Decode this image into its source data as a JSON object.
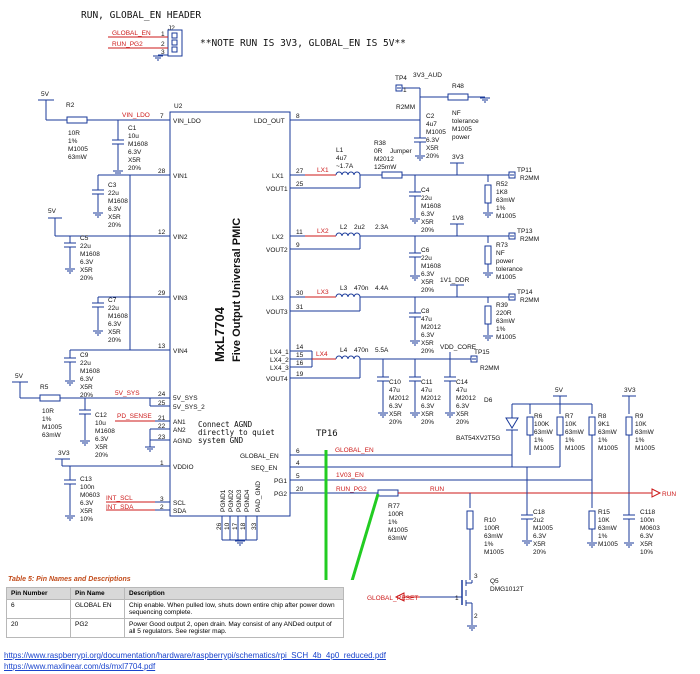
{
  "header": {
    "title": "RUN, GLOBAL_EN HEADER",
    "note": "**NOTE RUN IS 3V3, GLOBAL_EN IS 5V**",
    "ref": "J2",
    "nets": [
      "GLOBAL_EN",
      "RUN_PG2"
    ],
    "pins": [
      "1",
      "2",
      "3"
    ]
  },
  "ic": {
    "ref": "U2",
    "part": "MxL7704",
    "desc": "Five Output Universal PMIC",
    "note_lines": [
      "Connect AGND",
      "directly to quiet",
      "system GND"
    ],
    "left_pins": [
      {
        "num": "7",
        "name": "VIN_LDO"
      },
      {
        "num": "28",
        "name": "VIN1"
      },
      {
        "num": "12",
        "name": "VIN2"
      },
      {
        "num": "29",
        "name": "VIN3"
      },
      {
        "num": "13",
        "name": "VIN4"
      },
      {
        "num": "24",
        "name": "5V_SYS"
      },
      {
        "num": "25",
        "name": "5V_SYS_2"
      },
      {
        "num": "21",
        "name": "AN1"
      },
      {
        "num": "22",
        "name": "AN2"
      },
      {
        "num": "23",
        "name": "AGND"
      },
      {
        "num": "1",
        "name": "VDDIO"
      },
      {
        "num": "3",
        "name": "SCL"
      },
      {
        "num": "2",
        "name": "SDA"
      }
    ],
    "right_pins": [
      {
        "num": "8",
        "name": "LDO_OUT"
      },
      {
        "num": "27",
        "name": "LX1"
      },
      {
        "num": "25",
        "name": "VOUT1"
      },
      {
        "num": "11",
        "name": "LX2"
      },
      {
        "num": "9",
        "name": "VOUT2"
      },
      {
        "num": "30",
        "name": "LX3"
      },
      {
        "num": "31",
        "name": "VOUT3"
      },
      {
        "num": "14",
        "name": "LX4_1"
      },
      {
        "num": "15",
        "name": "LX4_2"
      },
      {
        "num": "16",
        "name": "LX4_3"
      },
      {
        "num": "19",
        "name": "VOUT4"
      },
      {
        "num": "6",
        "name": "GLOBAL_EN"
      },
      {
        "num": "4",
        "name": "SEQ_EN"
      },
      {
        "num": "5",
        "name": "PG1"
      },
      {
        "num": "20",
        "name": "PG2"
      }
    ],
    "bottom_pins": [
      {
        "num": "26",
        "name": "PGND1"
      },
      {
        "num": "10",
        "name": "PGND2"
      },
      {
        "num": "17",
        "name": "PGND3"
      },
      {
        "num": "18",
        "name": "PGND4"
      },
      {
        "num": "33",
        "name": "PAD_GND"
      }
    ]
  },
  "nets": {
    "v5": "5V",
    "v3v3": "3V3",
    "vin_ldo": "VIN_LDO",
    "v5_sys": "5V_SYS",
    "pd_sense": "PD_SENSE",
    "int_scl": "INT_SCL",
    "int_sda": "INT_SDA",
    "v3v3_aud": "3V3_AUD",
    "lx1": "LX1",
    "lx2": "LX2",
    "lx3": "LX3",
    "lx4": "LX4",
    "v1v8": "1V8",
    "v1v1_ddr": "1V1_DDR",
    "vdd_core": "VDD_CORE",
    "global_en": "GLOBAL_EN",
    "v1v03_en": "1V03_EN",
    "run_pg2": "RUN_PG2",
    "run": "RUN",
    "global_reset": "GLOBAL_RESET",
    "tp16": "TP16"
  },
  "components": {
    "R2": [
      "R2",
      "10R",
      "1%",
      "M1005",
      "63mW"
    ],
    "C1": [
      "C1",
      "10u",
      "M1608",
      "6.3V",
      "X5R",
      "20%"
    ],
    "C3": [
      "C3",
      "22u",
      "M1608",
      "6.3V",
      "X5R",
      "20%"
    ],
    "C5": [
      "C5",
      "22u",
      "M1608",
      "6.3V",
      "X5R",
      "20%"
    ],
    "C7": [
      "C7",
      "22u",
      "M1608",
      "6.3V",
      "X5R",
      "20%"
    ],
    "C9": [
      "C9",
      "22u",
      "M1608",
      "6.3V",
      "X5R",
      "20%"
    ],
    "R5": [
      "R5",
      "10R",
      "1%",
      "M1005",
      "63mW"
    ],
    "C12": [
      "C12",
      "10u",
      "M1608",
      "6.3V",
      "X5R",
      "20%"
    ],
    "C13": [
      "C13",
      "100n",
      "M0603",
      "6.3V",
      "X5R",
      "10%"
    ],
    "TP4": [
      "TP4"
    ],
    "R48": [
      "R48",
      "NF",
      "tolerance",
      "M1005",
      "power"
    ],
    "R2MM": "R2MM",
    "C2": [
      "C2",
      "4u7",
      "M1005",
      "6.3V",
      "X5R",
      "20%"
    ],
    "L1": [
      "L1",
      "4u7",
      "~1.7A"
    ],
    "R38": [
      "R38",
      "0R",
      "Jumper",
      "M2012",
      "125mW"
    ],
    "C4": [
      "C4",
      "22u",
      "M1608",
      "6.3V",
      "X5R",
      "20%"
    ],
    "TP11": "TP11",
    "R52": [
      "R52",
      "1K8",
      "63mW",
      "1%",
      "M1005"
    ],
    "L2": [
      "L2",
      "2u2",
      "2.3A"
    ],
    "C6": [
      "C6",
      "22u",
      "M1608",
      "6.3V",
      "X5R",
      "20%"
    ],
    "TP13": "TP13",
    "R73": [
      "R73",
      "NF",
      "power",
      "tolerance",
      "M1005"
    ],
    "L3": [
      "L3",
      "470n",
      "4.4A"
    ],
    "C8": [
      "C8",
      "47u",
      "M2012",
      "6.3V",
      "X5R",
      "20%"
    ],
    "TP14": "TP14",
    "R39": [
      "R39",
      "220R",
      "63mW",
      "1%",
      "M1005"
    ],
    "L4": [
      "L4",
      "470n",
      "5.5A"
    ],
    "TP15": "TP15",
    "C10": [
      "C10",
      "47u",
      "M2012",
      "6.3V",
      "X5R",
      "20%"
    ],
    "C11": [
      "C11",
      "47u",
      "M2012",
      "6.3V",
      "X5R",
      "20%"
    ],
    "C14": [
      "C14",
      "47u",
      "M2012",
      "6.3V",
      "X5R",
      "20%"
    ],
    "D6": [
      "D6",
      "BAT54XV2T5G"
    ],
    "R6": [
      "R6",
      "100K",
      "63mW",
      "1%",
      "M1005"
    ],
    "R7": [
      "R7",
      "10K",
      "63mW",
      "1%",
      "M1005"
    ],
    "R8": [
      "R8",
      "9K1",
      "63mW",
      "1%",
      "M1005"
    ],
    "R9": [
      "R9",
      "10K",
      "63mW",
      "1%",
      "M1005"
    ],
    "R77": [
      "R77",
      "100R",
      "1%",
      "M1005",
      "63mW"
    ],
    "R10": [
      "R10",
      "100R",
      "63mW",
      "1%",
      "M1005"
    ],
    "C18": [
      "C18",
      "2u2",
      "M1005",
      "6.3V",
      "X5R",
      "20%"
    ],
    "R15": [
      "R15",
      "10K",
      "63mW",
      "1%",
      "M1005"
    ],
    "C118": [
      "C118",
      "100n",
      "M0603",
      "6.3V",
      "X5R",
      "10%"
    ],
    "Q5": [
      "Q5",
      "DMG1012T"
    ]
  },
  "misc_pin_nums": {
    "q5_gate": "1",
    "q5_drain": "3",
    "q5_src": "2",
    "tp": "1"
  },
  "table": {
    "caption": "Table 5: Pin Names and Descriptions",
    "headers": [
      "Pin Number",
      "Pin Name",
      "Description"
    ],
    "rows": [
      [
        "6",
        "GLOBAL EN",
        "Chip enable.  When pulled low, shuts down entire chip after power down sequencing complete."
      ],
      [
        "20",
        "PG2",
        "Power Good output 2, open drain.  May consist of any ANDed output of all 5 regulators. See register map."
      ]
    ]
  },
  "links": [
    "https://www.raspberrypi.org/documentation/hardware/raspberrypi/schematics/rpi_SCH_4b_4p0_reduced.pdf",
    "https://www.maxlinear.com/ds/mxl7704.pdf"
  ],
  "colors": {
    "wire": "#1a3a9a",
    "net": "#cc1a1a",
    "annotation": "#22cc22",
    "caption": "#c24b1a"
  }
}
